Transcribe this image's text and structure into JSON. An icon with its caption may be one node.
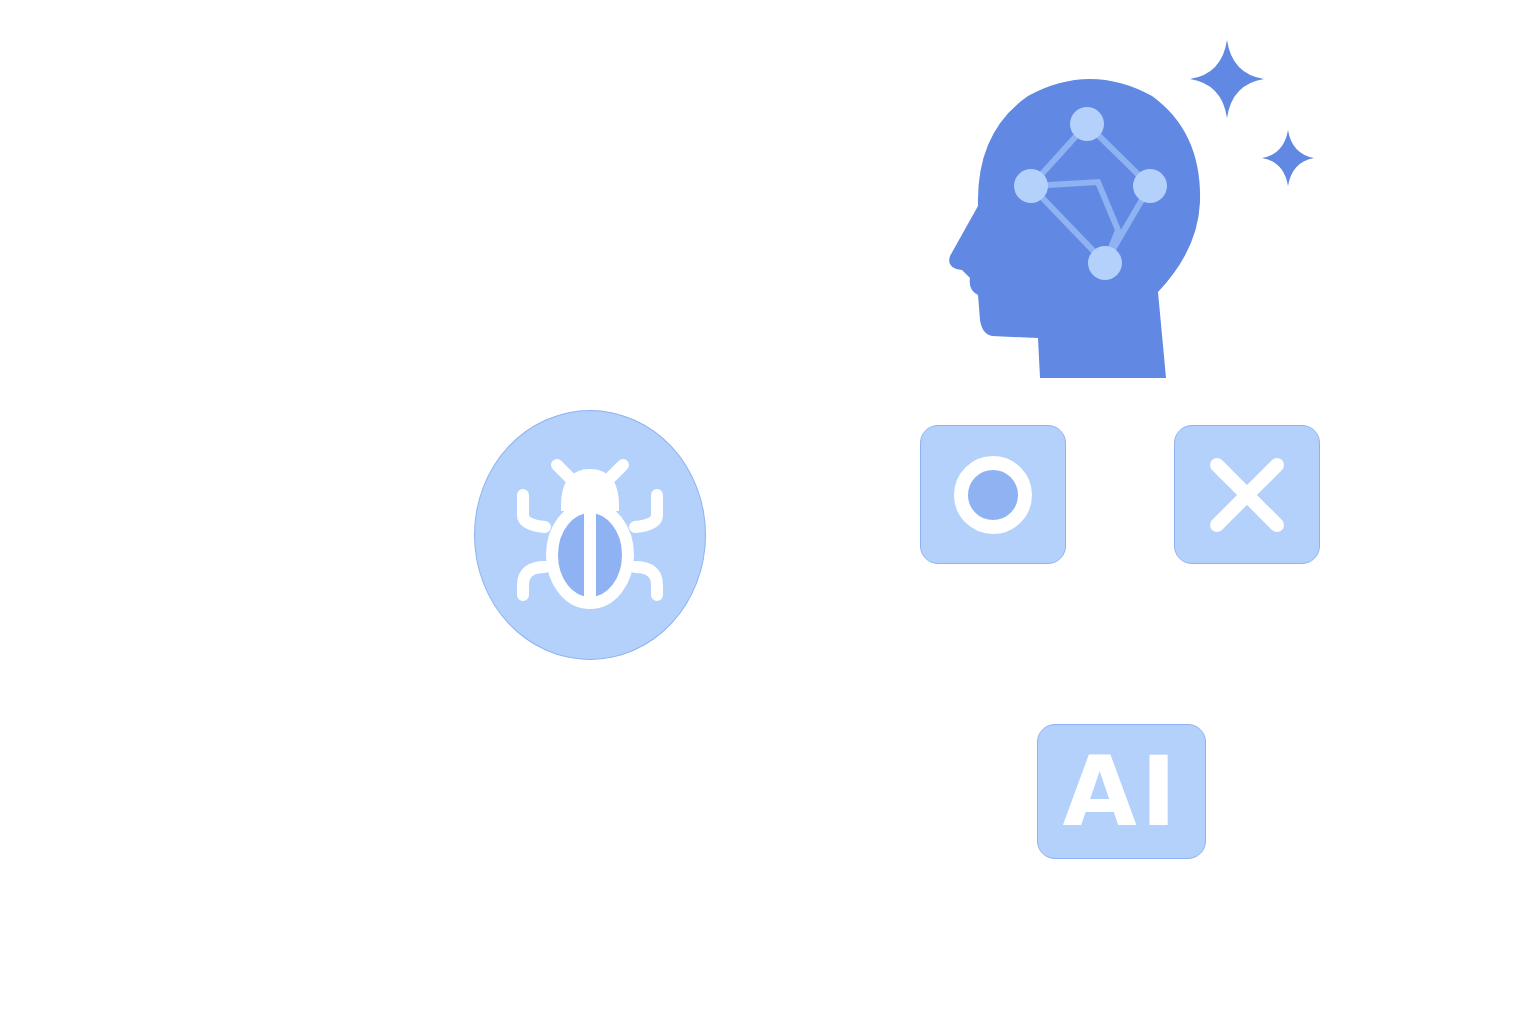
{
  "diagram": {
    "nodes": [
      {
        "text": [],
        "shape": "circle"
      },
      {
        "text": [],
        "shape": "box"
      },
      {
        "text": [],
        "shape": "box"
      },
      {
        "text": [
          "AI"
        ]
      }
    ],
    "edges": []
  }
}
